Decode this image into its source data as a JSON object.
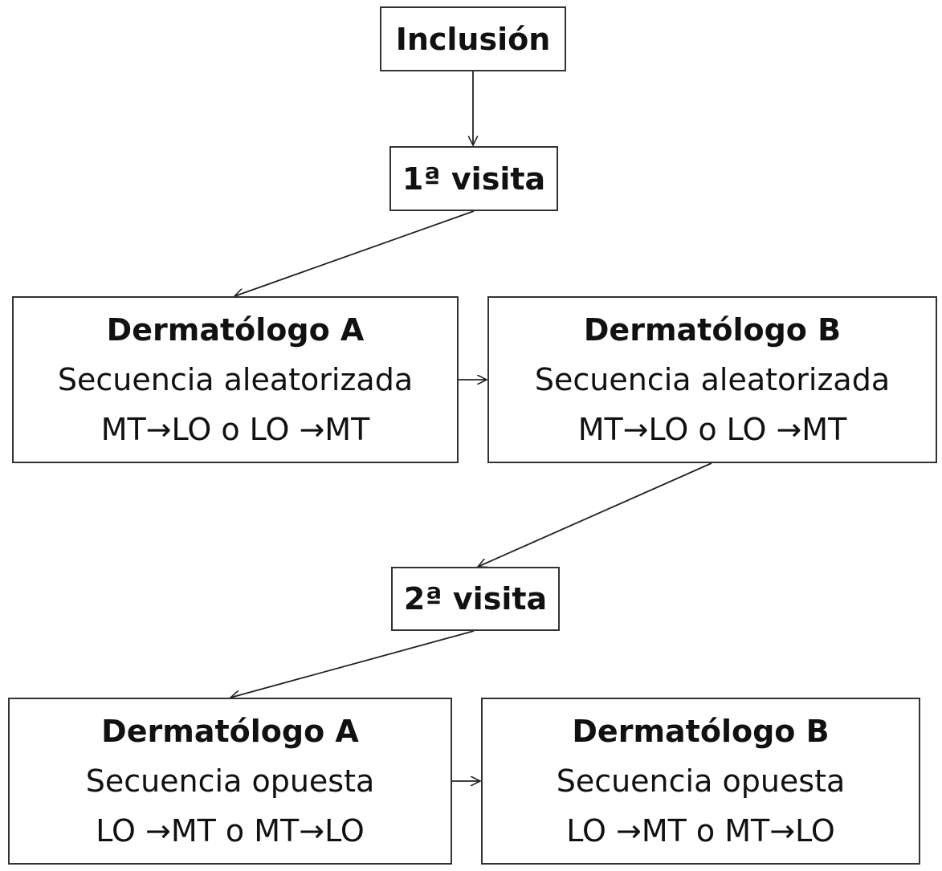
{
  "nodes": {
    "inclusion": "Inclusión",
    "visit1": "1ª visita",
    "visit2": "2ª visita",
    "v1_derm_a": {
      "title": "Dermatólogo A",
      "line1": "Secuencia aleatorizada",
      "line2": "MT→LO o LO →MT"
    },
    "v1_derm_b": {
      "title": "Dermatólogo B",
      "line1": "Secuencia aleatorizada",
      "line2": "MT→LO o LO →MT"
    },
    "v2_derm_a": {
      "title": "Dermatólogo A",
      "line1": "Secuencia opuesta",
      "line2": "LO →MT o MT→LO"
    },
    "v2_derm_b": {
      "title": "Dermatólogo B",
      "line1": "Secuencia opuesta",
      "line2": "LO →MT o MT→LO"
    }
  }
}
